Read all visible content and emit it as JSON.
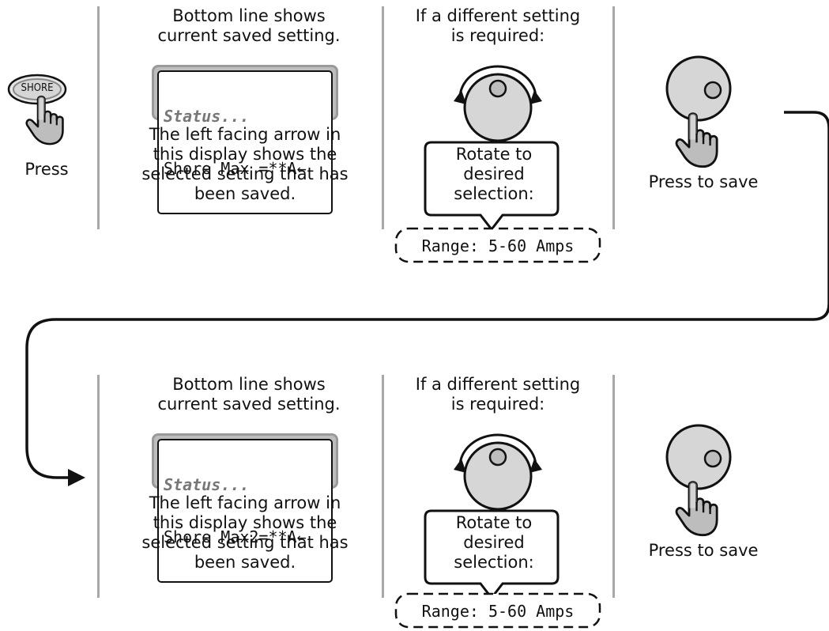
{
  "shore_button": {
    "label": "SHORE",
    "caption": "Press"
  },
  "rows": [
    {
      "status_title": "Bottom line shows\ncurrent saved setting.",
      "lcd_line1": "Status...",
      "lcd_line2": "Shore Max =**A←",
      "arrow_note": "The left facing arrow in\nthis display shows the\nselected setting that has\nbeen saved.",
      "knob_title": "If a different setting\nis required:",
      "rotate_label": "Rotate to\ndesired\nselection:",
      "range_label": "Range: 5-60 Amps",
      "save_caption": "Press to save"
    },
    {
      "status_title": "Bottom line shows\ncurrent saved setting.",
      "lcd_line1": "Status...",
      "lcd_line2": "Shore Max2=**A←",
      "arrow_note": "The left facing arrow in\nthis display shows the\nselected setting that has\nbeen saved.",
      "knob_title": "If a different setting\nis required:",
      "rotate_label": "Rotate to\ndesired\nselection:",
      "range_label": "Range: 5-60 Amps",
      "save_caption": "Press to save"
    }
  ],
  "colors": {
    "button_fill": "#d6d6d6",
    "divider": "#a8a8a8",
    "lcd_frame": "#bdbdbd",
    "status_text": "#777777"
  }
}
